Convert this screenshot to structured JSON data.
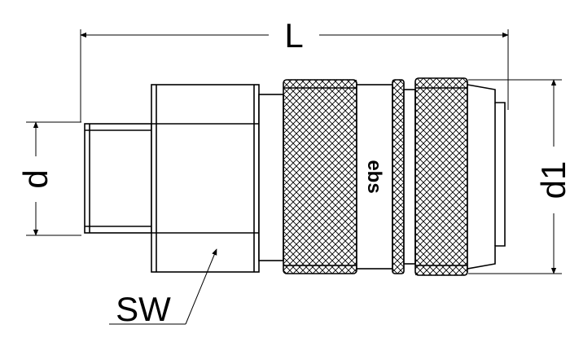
{
  "labels": {
    "length": "L",
    "thread_diameter": "d",
    "outer_diameter": "d1",
    "wrench_size": "SW",
    "brand": "ebs"
  }
}
